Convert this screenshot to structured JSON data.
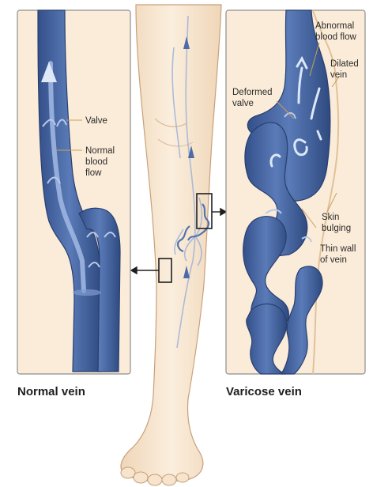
{
  "panels": {
    "normal": {
      "caption": "Normal vein",
      "labels": {
        "valve": "Valve",
        "flow": [
          "Normal",
          "blood",
          "flow"
        ]
      }
    },
    "varicose": {
      "caption": "Varicose vein",
      "labels": {
        "abnormal_flow": [
          "Abnormal",
          "blood flow"
        ],
        "dilated": [
          "Dilated",
          "vein"
        ],
        "deformed_valve": [
          "Deformed",
          "valve"
        ],
        "skin_bulging": [
          "Skin",
          "bulging"
        ],
        "thin_wall": [
          "Thin wall",
          "of vein"
        ]
      }
    }
  },
  "colors": {
    "panel_bg": "#fbecd9",
    "vein_fill": "#4d6ba6",
    "vein_light": "#8aa6d6",
    "skin": "#f6e2c8",
    "pointer": "#c9a05c"
  }
}
